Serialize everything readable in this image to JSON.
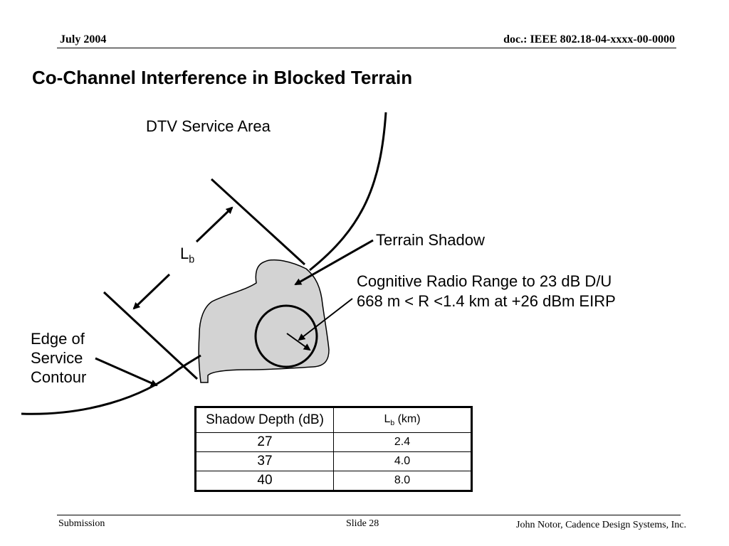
{
  "header": {
    "date": "July 2004",
    "doc": "doc.: IEEE 802.18-04-xxxx-00-0000"
  },
  "title": "Co-Channel Interference in Blocked Terrain",
  "diagram": {
    "dtv_service_area": "DTV Service Area",
    "lb_main": "L",
    "lb_sub": "b",
    "terrain_shadow": "Terrain Shadow",
    "cognitive_line1": "Cognitive Radio Range to 23 dB D/U",
    "cognitive_line2": "668 m < R <1.4 km at +26 dBm EIRP",
    "edge_line1": "Edge of",
    "edge_line2": "Service",
    "edge_line3": "Contour",
    "shadow_fill": "#d3d3d3"
  },
  "table": {
    "header_col1": "Shadow Depth (dB)",
    "header_col2_main": "L",
    "header_col2_sub": "b",
    "header_col2_suffix": " (km)",
    "rows": [
      {
        "depth": "27",
        "lb": "2.4"
      },
      {
        "depth": "37",
        "lb": "4.0"
      },
      {
        "depth": "40",
        "lb": "8.0"
      }
    ]
  },
  "footer": {
    "left": "Submission",
    "center": "Slide 28",
    "right": "John Notor, Cadence Design Systems, Inc."
  }
}
